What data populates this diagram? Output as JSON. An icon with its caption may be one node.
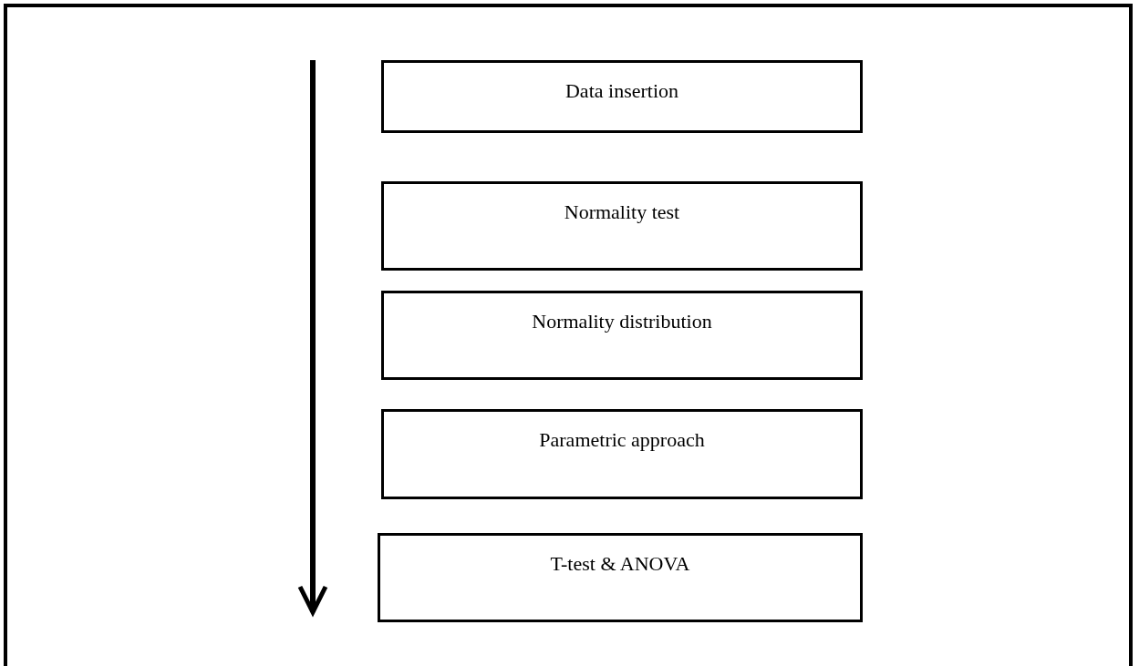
{
  "diagram": {
    "nodes": [
      {
        "text": [
          "Data insertion"
        ]
      },
      {
        "text": [
          "Normality test"
        ]
      },
      {
        "text": [
          "Normality distribution"
        ]
      },
      {
        "text": [
          "Parametric approach"
        ]
      },
      {
        "text": [
          "T-test & ANOVA"
        ]
      }
    ]
  }
}
